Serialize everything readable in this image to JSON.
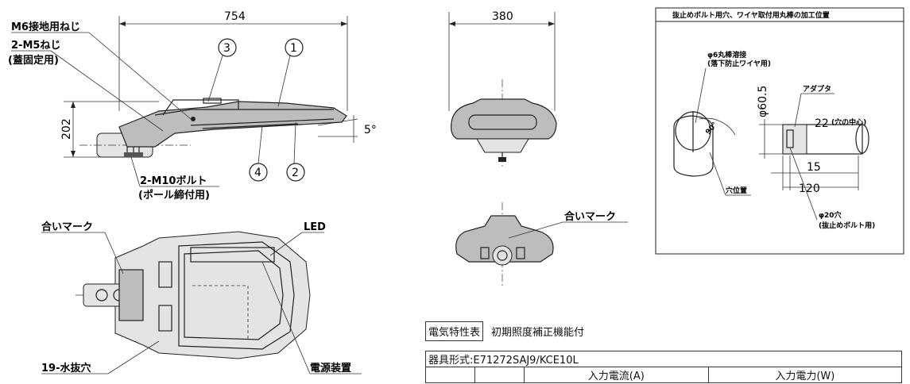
{
  "side_view": {
    "dim_length": "754",
    "dim_height": "202",
    "dim_angle": "5°",
    "label_m6": "M6接地用ねじ",
    "label_m5": "2-M5ねじ",
    "label_m5_note": "(蓋固定用)",
    "label_bolt": "2-M10ボルト",
    "label_bolt_note": "(ポール締付用)",
    "callouts": [
      "3",
      "1",
      "4",
      "2"
    ]
  },
  "bottom_view": {
    "label_mark": "合いマーク",
    "label_led": "LED",
    "label_drain": "19-水抜穴",
    "label_power": "電源装置"
  },
  "front_view": {
    "dim_width": "380",
    "label_mark": "合いマーク"
  },
  "detail_box": {
    "title": "抜止めボルト用穴、ワイヤ取付用丸棒の加工位置",
    "label_rod": "φ6丸棒溶接",
    "label_rod_note": "(落下防止ワイヤ用)",
    "label_adapter": "アダプタ",
    "dim_diameter": "φ60.5",
    "dim_22": "22",
    "dim_22_note": "(穴の中心)",
    "dim_angle": "90°",
    "dim_15": "15",
    "dim_120": "120",
    "label_hole_pos": "穴位置",
    "label_hole": "φ20穴",
    "label_hole_note": "(抜止めボルト用)"
  },
  "electrical": {
    "title": "電気特性表",
    "note": "初期照度補正機能付",
    "model_label": "器具形式:E71272SAJ9/KCE10L",
    "col_current": "入力電流(A)",
    "col_power": "入力電力(W)"
  }
}
